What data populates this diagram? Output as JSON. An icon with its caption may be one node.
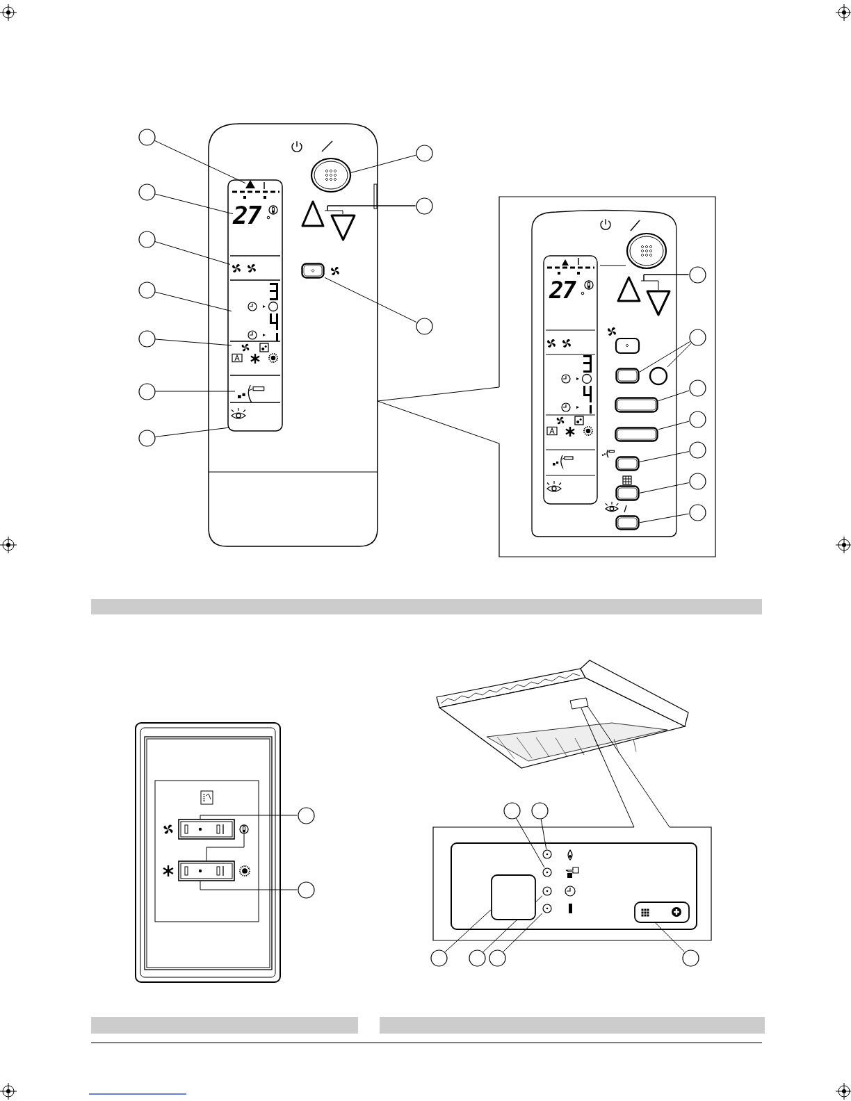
{
  "diagram": {
    "nodes": [
      {
        "text": [],
        "shape": "circle"
      },
      {
        "text": [],
        "shape": "circle"
      },
      {
        "text": [],
        "shape": "circle"
      },
      {
        "text": [],
        "shape": "circle"
      },
      {
        "text": [],
        "shape": "circle"
      },
      {
        "text": [],
        "shape": "circle"
      },
      {
        "text": [],
        "shape": "circle"
      },
      {
        "text": [],
        "shape": "circle"
      },
      {
        "text": [],
        "shape": "circle"
      },
      {
        "text": [],
        "shape": "circle"
      },
      {
        "text": [],
        "shape": "triangle"
      },
      {
        "text": [
          "27"
        ]
      },
      {
        "text": [],
        "shape": "icon"
      },
      {
        "text": [],
        "shape": "display"
      },
      {
        "text": [],
        "shape": "icon"
      },
      {
        "text": [],
        "shape": "icon"
      },
      {
        "text": [],
        "shape": "icon"
      },
      {
        "text": [],
        "shape": "ellipse"
      },
      {
        "text": [],
        "shape": "triangle"
      },
      {
        "text": [],
        "shape": "triangle"
      },
      {
        "text": [],
        "shape": "button"
      },
      {
        "text": [],
        "shape": "circle"
      },
      {
        "text": [],
        "shape": "circle"
      },
      {
        "text": [],
        "shape": "circle"
      },
      {
        "text": [],
        "shape": "circle"
      },
      {
        "text": [],
        "shape": "circle"
      },
      {
        "text": [],
        "shape": "circle"
      },
      {
        "text": [],
        "shape": "circle"
      },
      {
        "text": [],
        "shape": "triangle"
      },
      {
        "text": [],
        "shape": "triangle"
      },
      {
        "text": [],
        "shape": "button"
      },
      {
        "text": [],
        "shape": "circle"
      },
      {
        "text": [],
        "shape": "button"
      },
      {
        "text": [],
        "shape": "button"
      },
      {
        "text": [],
        "shape": "button"
      },
      {
        "text": [],
        "shape": "button"
      },
      {
        "text": [],
        "shape": "button"
      },
      {
        "text": [],
        "shape": "circle"
      },
      {
        "text": [],
        "shape": "circle"
      },
      {
        "text": [],
        "shape": "switch"
      },
      {
        "text": [],
        "shape": "switch"
      },
      {
        "text": [],
        "shape": "circle"
      },
      {
        "text": [],
        "shape": "circle"
      },
      {
        "text": [],
        "shape": "circle"
      },
      {
        "text": [],
        "shape": "circle"
      },
      {
        "text": [],
        "shape": "circle"
      },
      {
        "text": [],
        "shape": "circle"
      },
      {
        "text": [],
        "shape": "circle"
      },
      {
        "text": [],
        "shape": "circle"
      },
      {
        "text": [],
        "shape": "box"
      },
      {
        "text": [],
        "shape": "circle"
      },
      {
        "text": [],
        "shape": "circle"
      },
      {
        "text": [],
        "shape": "box"
      },
      {
        "text": [],
        "shape": "bar"
      },
      {
        "text": [],
        "shape": "bar"
      },
      {
        "text": [],
        "shape": "bar"
      },
      {
        "text": [],
        "shape": "icon"
      }
    ],
    "edges": [
      {
        "from": 0,
        "to": 10,
        "arrow": "none"
      },
      {
        "from": 1,
        "to": 11,
        "arrow": "none"
      },
      {
        "from": 2,
        "to": 12,
        "arrow": "none"
      },
      {
        "from": 3,
        "to": 13,
        "arrow": "none"
      },
      {
        "from": 4,
        "to": 14,
        "arrow": "none"
      },
      {
        "from": 5,
        "to": 15,
        "arrow": "none"
      },
      {
        "from": 6,
        "to": 16,
        "arrow": "none"
      },
      {
        "from": 7,
        "to": 17,
        "arrow": "none"
      },
      {
        "from": 8,
        "to": 18,
        "arrow": "none"
      },
      {
        "from": 8,
        "to": 19,
        "arrow": "none"
      },
      {
        "from": 9,
        "to": 20,
        "arrow": "none"
      },
      {
        "from": 21,
        "to": 28,
        "arrow": "none"
      },
      {
        "from": 21,
        "to": 29,
        "arrow": "none"
      },
      {
        "from": 22,
        "to": 30,
        "arrow": "none"
      },
      {
        "from": 22,
        "to": 31,
        "arrow": "none"
      },
      {
        "from": 23,
        "to": 32,
        "arrow": "none"
      },
      {
        "from": 24,
        "to": 33,
        "arrow": "none"
      },
      {
        "from": 25,
        "to": 34,
        "arrow": "none"
      },
      {
        "from": 26,
        "to": 35,
        "arrow": "none"
      },
      {
        "from": 27,
        "to": 36,
        "arrow": "none"
      },
      {
        "from": 37,
        "to": 39,
        "arrow": "none"
      },
      {
        "from": 38,
        "to": 40,
        "arrow": "none"
      },
      {
        "from": 41,
        "to": 48,
        "arrow": "none"
      },
      {
        "from": 42,
        "to": 47,
        "arrow": "none"
      },
      {
        "from": 43,
        "to": 49,
        "arrow": "none"
      },
      {
        "from": 44,
        "to": 50,
        "arrow": "none"
      },
      {
        "from": 45,
        "to": 51,
        "arrow": "none"
      },
      {
        "from": 46,
        "to": 52,
        "arrow": "none"
      },
      {
        "from": 56,
        "to": 40,
        "arrow": "none"
      }
    ],
    "labels": [
      "27"
    ]
  }
}
